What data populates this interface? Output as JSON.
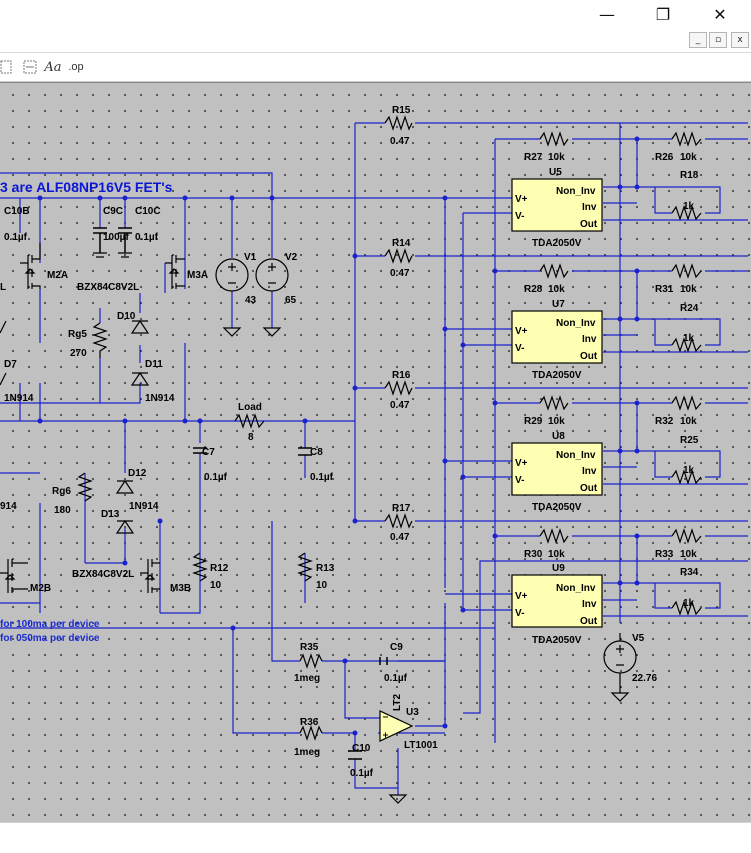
{
  "window": {
    "minimize_glyph": "—",
    "maximize_glyph": "❐",
    "close_glyph": "✕"
  },
  "mdi": {
    "minimize_glyph": "_",
    "restore_glyph": "▫",
    "close_glyph": "x"
  },
  "toolbar": {
    "font_tool_label": "Aa",
    "spice_directive_label": ".op"
  },
  "colors": {
    "wire": "#1a22cc",
    "canvas": "#c0c0c0",
    "opamp_fill": "#ffffb4",
    "text_blue": "#0a17d6"
  },
  "schematic": {
    "heading": "3 are ALF08NP16V5 FET's",
    "notes": [
      "for 100ma per device",
      "for 050ma per device"
    ],
    "resistors": [
      {
        "ref": "R15",
        "value": "0.47"
      },
      {
        "ref": "R14",
        "value": "0.47"
      },
      {
        "ref": "R16",
        "value": "0.47"
      },
      {
        "ref": "R17",
        "value": "0.47"
      },
      {
        "ref": "R27",
        "value": "10k"
      },
      {
        "ref": "R26",
        "value": "10k"
      },
      {
        "ref": "R18",
        "value": "1k"
      },
      {
        "ref": "R28",
        "value": "10k"
      },
      {
        "ref": "R31",
        "value": "10k"
      },
      {
        "ref": "R24",
        "value": "1k"
      },
      {
        "ref": "R29",
        "value": "10k"
      },
      {
        "ref": "R32",
        "value": "10k"
      },
      {
        "ref": "R25",
        "value": "1k"
      },
      {
        "ref": "R30",
        "value": "10k"
      },
      {
        "ref": "R33",
        "value": "10k"
      },
      {
        "ref": "R34",
        "value": "1k"
      },
      {
        "ref": "Rg5",
        "value": "270"
      },
      {
        "ref": "Rg6",
        "value": "180"
      },
      {
        "ref": "Load",
        "value": "8"
      },
      {
        "ref": "R12",
        "value": "10"
      },
      {
        "ref": "R13",
        "value": "10"
      },
      {
        "ref": "R35",
        "value": "1meg"
      },
      {
        "ref": "R36",
        "value": "1meg"
      }
    ],
    "capacitors": [
      {
        "ref": "C10B",
        "value": "0.1µf"
      },
      {
        "ref": "C9C",
        "value": "100µf"
      },
      {
        "ref": "C10C",
        "value": "0.1µf"
      },
      {
        "ref": "C7",
        "value": "0.1µf"
      },
      {
        "ref": "C8",
        "value": "0.1µf"
      },
      {
        "ref": "C9",
        "value": "0.1µf"
      },
      {
        "ref": "C10",
        "value": "0.1µf"
      }
    ],
    "sources": [
      {
        "ref": "V1",
        "value": "43"
      },
      {
        "ref": "V2",
        "value": "65"
      },
      {
        "ref": "V5",
        "value": "22.76"
      }
    ],
    "diodes": [
      {
        "ref": "D10",
        "value": "BZX84C8V2L"
      },
      {
        "ref": "D11",
        "value": "1N914"
      },
      {
        "ref": "D7",
        "value": "1N914"
      },
      {
        "ref": "D12",
        "value": "1N914"
      },
      {
        "ref": "D13",
        "value": "BZX84C8V2L"
      },
      {
        "ref": "D_left",
        "value": "914"
      }
    ],
    "transistors": [
      "M2A",
      "M3A",
      "M2B",
      "M3B"
    ],
    "amplifiers": [
      {
        "ref": "U5",
        "part": "TDA2050V"
      },
      {
        "ref": "U7",
        "part": "TDA2050V"
      },
      {
        "ref": "U8",
        "part": "TDA2050V"
      },
      {
        "ref": "U9",
        "part": "TDA2050V"
      }
    ],
    "amp_pins": {
      "non_inv": "Non_Inv",
      "inv": "Inv",
      "out": "Out",
      "vplus": "V+",
      "vminus": "V-"
    },
    "opamp": {
      "ref": "U3",
      "part": "LT1001",
      "label": "LT2"
    },
    "misc": {
      "left_L": "L"
    }
  }
}
